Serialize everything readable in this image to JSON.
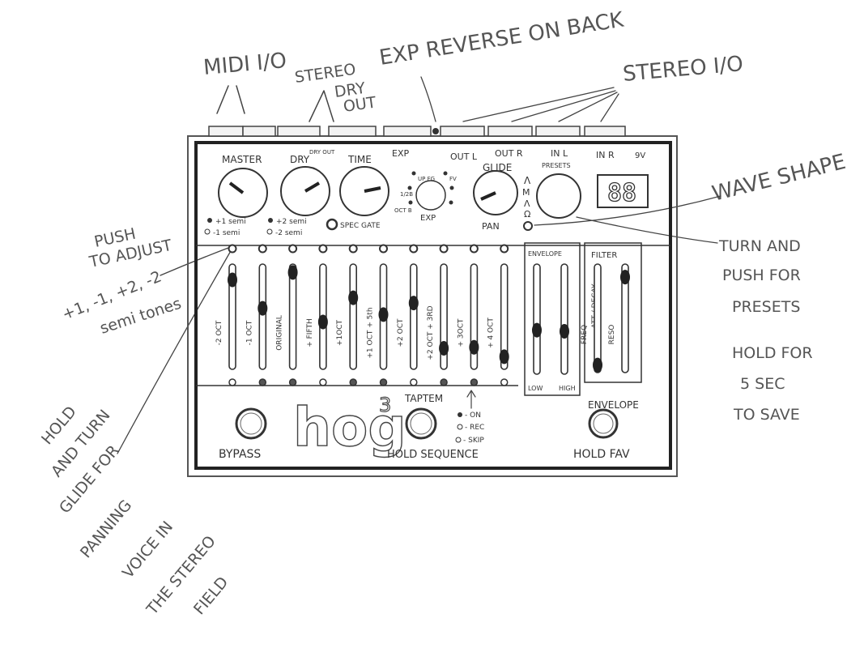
{
  "annotations": {
    "midi_io": "MIDI I/O",
    "stereo_dry_out": [
      "STEREO",
      "DRY",
      "OUT"
    ],
    "exp_reverse": "EXP REVERSE ON BACK",
    "stereo_io": "STEREO I/O",
    "wave_shape": "WAVE SHAPE",
    "push_to_adjust": [
      "PUSH",
      "TO ADJUST",
      "+1, -1, +2, -2",
      "semi tones"
    ],
    "turn_and_push": [
      "TURN AND",
      "PUSH FOR",
      "PRESETS"
    ],
    "hold_for": [
      "HOLD FOR",
      "5 SEC",
      "TO SAVE"
    ],
    "hold_and_turn": [
      "HOLD",
      "AND TURN",
      "GLIDE FOR",
      "PANNING",
      "VOICE IN",
      "THE STEREO",
      "FIELD"
    ]
  },
  "jacks": {
    "exp": "EXP",
    "out_l": "OUT L",
    "out_r": "OUT R",
    "in_l": "IN L",
    "in_r": "IN R",
    "power": "9V"
  },
  "knobs": {
    "master": "MASTER",
    "dry": "DRY",
    "dry_out": "DRY OUT",
    "time": "TIME",
    "glide": "GLIDE",
    "presets": "PRESETS",
    "exp_center": "EXP",
    "pan": "PAN"
  },
  "exp_selector": [
    "UP FG",
    "FV",
    "1/2B",
    "OCT B"
  ],
  "wave_glyphs": [
    "Λ",
    "M",
    "Λ",
    "Ω"
  ],
  "semi_legend": [
    "+1 semi",
    "-1 semi",
    "+2 semi",
    "-2 semi"
  ],
  "spec_gate": "SPEC GATE",
  "display_value": "88",
  "voice_sliders": [
    "-2 OCT",
    "-1 OCT",
    "ORIGINAL",
    "+ FIFTH",
    "+1OCT",
    "+1 OCT + 5th",
    "+2 OCT",
    "+2 OCT + 3RD",
    "+ 3OCT",
    "+ 4 OCT"
  ],
  "voice_slider_levels": [
    0.85,
    0.58,
    0.92,
    0.45,
    0.68,
    0.52,
    0.63,
    0.2,
    0.21,
    0.12
  ],
  "envelope": {
    "title": "ENVELOPE",
    "label": "ATT / DECAY",
    "low": "LOW",
    "high": "HIGH",
    "levels": [
      0.4,
      0.39
    ]
  },
  "filter": {
    "title": "FILTER",
    "freq": "FREQ",
    "reso": "RESO",
    "levels": [
      0.07,
      0.88
    ]
  },
  "footer": {
    "bypass": "BYPASS",
    "brand": "hog",
    "brand_sup": "3",
    "tap_tempo": "TAPTEM",
    "hold_sequence": "HOLD SEQUENCE",
    "hold_prefix": "HOLD",
    "sequence_modes": [
      "- ON",
      "- REC",
      "- SKIP"
    ],
    "envelope_button": "ENVELOPE",
    "hold_fav": "HOLD FAV"
  }
}
